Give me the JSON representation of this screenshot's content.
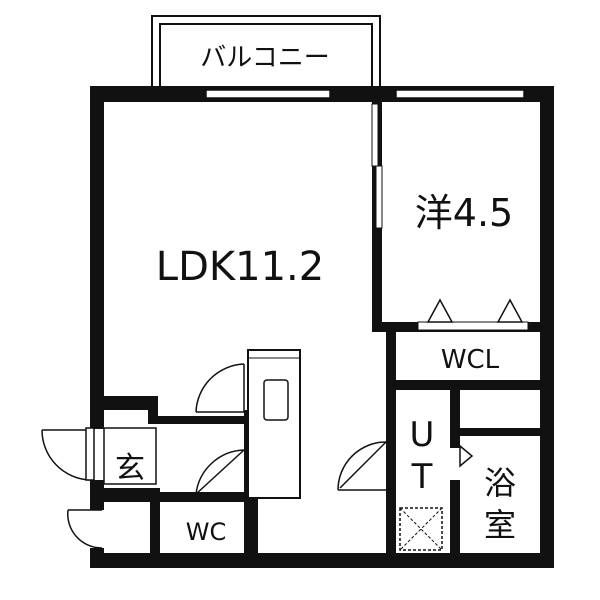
{
  "floorplan": {
    "rooms": {
      "balcony": "バルコニー",
      "ldk": "LDK11.2",
      "western_room": "洋4.5",
      "closet": "WCL",
      "entrance": "玄",
      "toilet": "WC",
      "utility_u": "U",
      "utility_t": "T",
      "bath_1": "浴",
      "bath_2": "室"
    },
    "colors": {
      "wall": "#111111",
      "background": "#ffffff",
      "window": "#ffffff"
    }
  }
}
